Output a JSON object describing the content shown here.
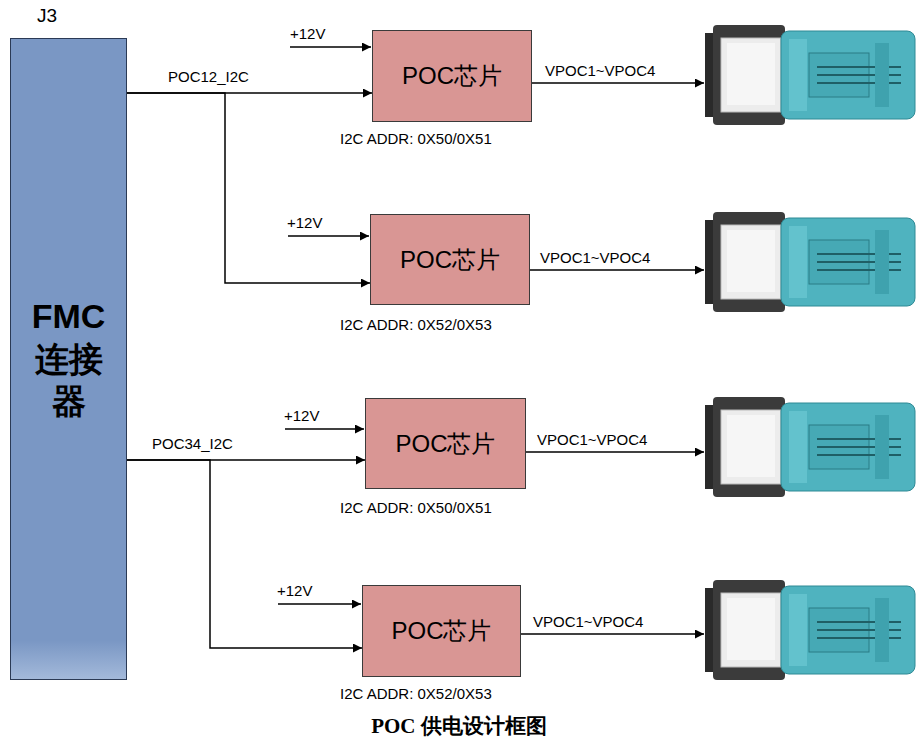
{
  "diagram": {
    "caption": "POC 供电设计框图",
    "nodes": [
      {
        "text": [
          "J3",
          "FMC 连接 器"
        ]
      },
      {
        "text": [
          "POC芯片"
        ]
      },
      {
        "text": [
          "POC芯片"
        ]
      },
      {
        "text": [
          "POC芯片"
        ]
      },
      {
        "text": [
          "POC芯片"
        ]
      }
    ],
    "edges": [
      {
        "from": 0,
        "to": 1,
        "arrow": "to",
        "label": "POC12_I2C"
      },
      {
        "from": 0,
        "to": 2,
        "arrow": "to"
      },
      {
        "from": 0,
        "to": 3,
        "arrow": "to",
        "label": "POC34_I2C"
      },
      {
        "from": 0,
        "to": 4,
        "arrow": "to"
      }
    ],
    "labels": [
      "+12V",
      "VPOC1~VPOC4",
      "I2C ADDR: 0X50/0X51",
      "+12V",
      "VPOC1~VPOC4",
      "I2C ADDR: 0X52/0X53",
      "+12V",
      "VPOC1~VPOC4",
      "I2C ADDR: 0X50/0X51",
      "+12V",
      "VPOC1~VPOC4",
      "I2C ADDR: 0X52/0X53"
    ]
  }
}
